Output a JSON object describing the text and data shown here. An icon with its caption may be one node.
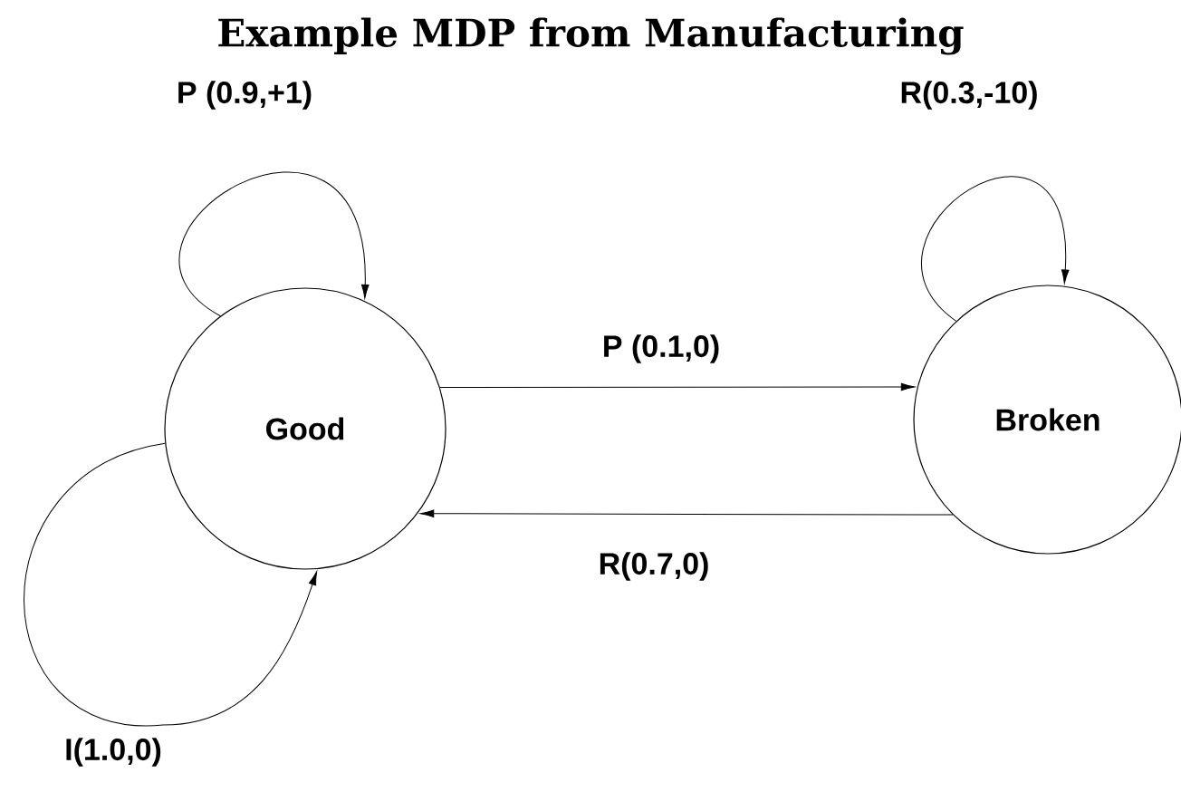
{
  "diagram": {
    "title": "Example MDP from Manufacturing",
    "nodes": [
      {
        "text": [
          "Good"
        ]
      },
      {
        "text": [
          "Broken"
        ]
      }
    ],
    "edges": [
      {
        "from": 0,
        "to": 0,
        "arrow": "to",
        "label": "P (0.9,+1)"
      },
      {
        "from": 0,
        "to": 1,
        "arrow": "to",
        "label": "P (0.1,0)"
      },
      {
        "from": 1,
        "to": 0,
        "arrow": "to",
        "label": "R(0.7,0)"
      },
      {
        "from": 1,
        "to": 1,
        "arrow": "to",
        "label": "R(0.3,-10)"
      },
      {
        "from": 0,
        "to": 0,
        "arrow": "to",
        "label": "I(1.0,0)"
      }
    ]
  }
}
